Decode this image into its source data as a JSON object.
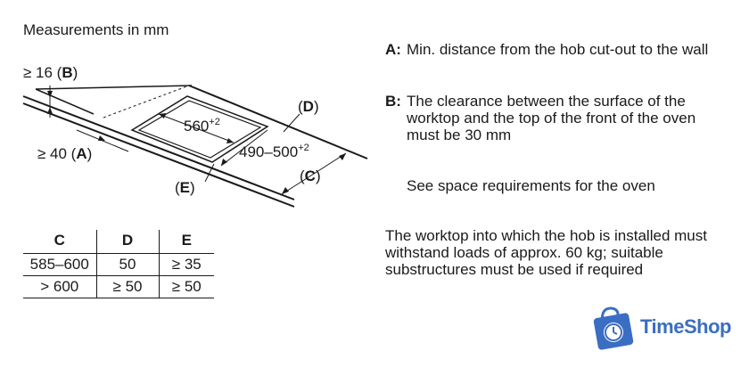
{
  "title": "Measurements in mm",
  "diagram": {
    "labels": {
      "b_dim": "≥ 16 (",
      "b_letter": "B",
      "b_close": ")",
      "a_dim": "≥ 40 (",
      "a_letter": "A",
      "a_close": ")",
      "cutout_w": "560",
      "cutout_w_tol": "+2",
      "cutout_d": "490–500",
      "cutout_d_tol": "+2",
      "d_open": "(",
      "d_letter": "D",
      "d_close": ")",
      "c_open": "(",
      "c_letter": "C",
      "c_close": ")",
      "e_open": "(",
      "e_letter": "E",
      "e_close": ")"
    }
  },
  "notes": {
    "a_key": "A:",
    "a_text": "Min. distance from the hob cut-out to the wall",
    "b_key": "B:",
    "b_text": "The clearance between the surface of the worktop and the top of the front of the oven must be 30 mm",
    "see": "See space requirements for the oven",
    "load": "The worktop into which the hob is installed must withstand loads of approx. 60 kg; suitable substructures must be used if required"
  },
  "table": {
    "headers": [
      "C",
      "D",
      "E"
    ],
    "rows": [
      [
        "585–600",
        "50",
        "≥ 35"
      ],
      [
        "> 600",
        "≥ 50",
        "≥ 50"
      ]
    ]
  },
  "logo": {
    "text": "TimeShop",
    "color": "#3a6ec2"
  }
}
